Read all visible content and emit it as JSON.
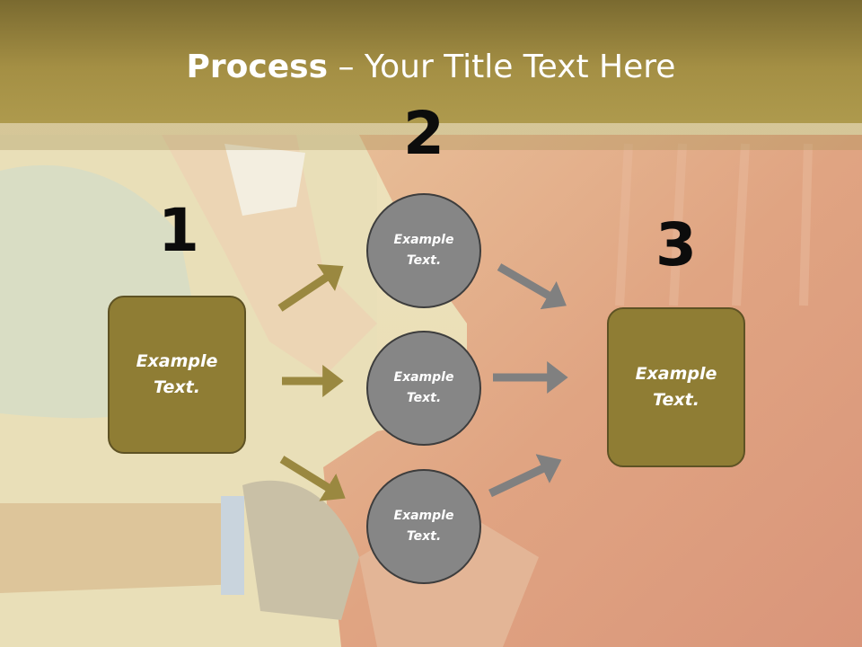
{
  "title": {
    "bold": "Process",
    "rest": " – Your Title Text Here"
  },
  "steps": [
    {
      "number": "1",
      "label": "Example Text."
    },
    {
      "number": "2",
      "items": [
        "Example Text.",
        "Example Text.",
        "Example Text."
      ]
    },
    {
      "number": "3",
      "label": "Example Text."
    }
  ],
  "colors": {
    "header": "#a48f44",
    "box": "#8f7d34",
    "circle": "#868686",
    "arrow_gold": "#9a8840",
    "arrow_gray": "#808080"
  }
}
